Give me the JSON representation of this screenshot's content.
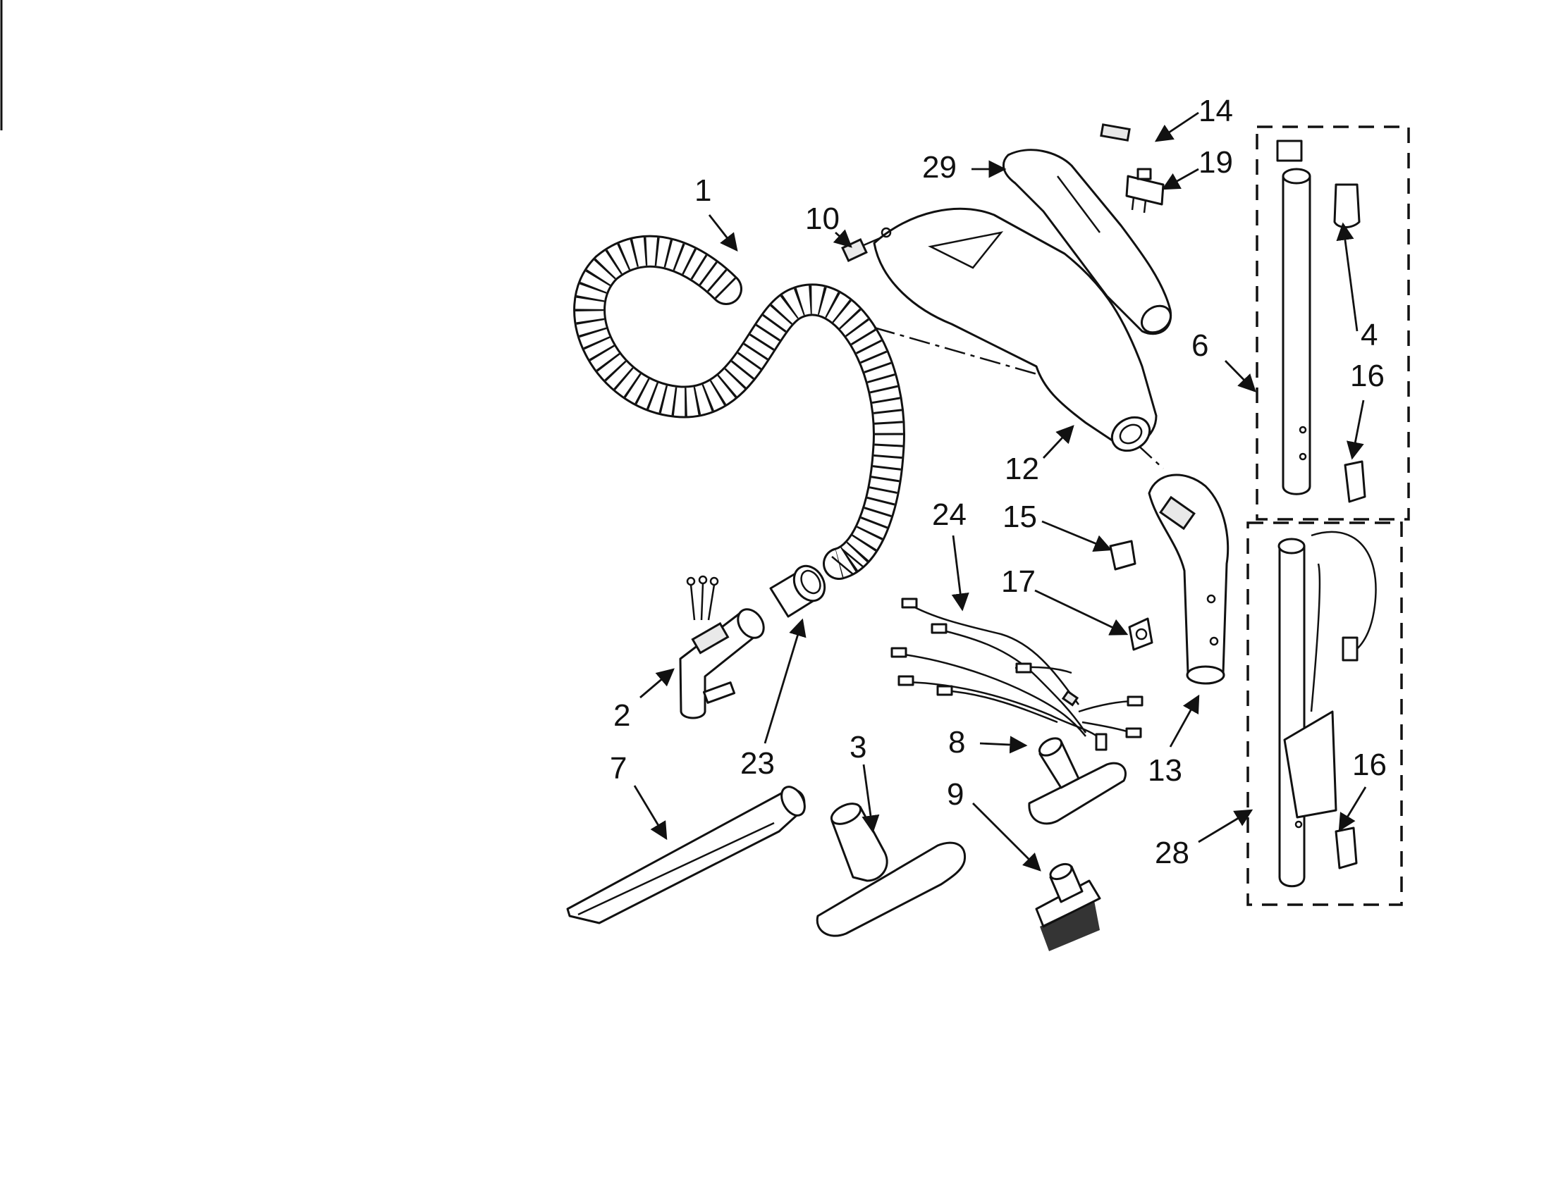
{
  "parts": [
    {
      "id": "hose",
      "label": "1"
    },
    {
      "id": "swivel-connector",
      "label": "2"
    },
    {
      "id": "floor-tool",
      "label": "3"
    },
    {
      "id": "wand-clip",
      "label": "4"
    },
    {
      "id": "upper-wand",
      "label": "6"
    },
    {
      "id": "crevice-tool",
      "label": "7"
    },
    {
      "id": "upholstery-tool",
      "label": "8"
    },
    {
      "id": "dusting-brush",
      "label": "9"
    },
    {
      "id": "screw",
      "label": "10"
    },
    {
      "id": "handle-lower",
      "label": "12"
    },
    {
      "id": "handle-elbow",
      "label": "13"
    },
    {
      "id": "switch-cover",
      "label": "14"
    },
    {
      "id": "latch",
      "label": "15"
    },
    {
      "id": "clip-upper",
      "label": "16"
    },
    {
      "id": "clip-lower",
      "label": "16"
    },
    {
      "id": "button",
      "label": "17"
    },
    {
      "id": "switch",
      "label": "19"
    },
    {
      "id": "cuff",
      "label": "23"
    },
    {
      "id": "wire-harness",
      "label": "24"
    },
    {
      "id": "lower-wand",
      "label": "28"
    },
    {
      "id": "handle-upper",
      "label": "29"
    }
  ]
}
